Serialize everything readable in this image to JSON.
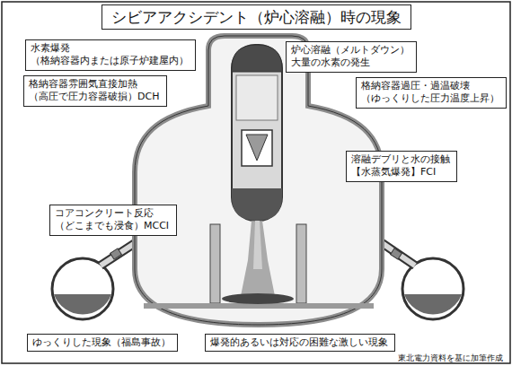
{
  "diagram": {
    "title": "シビアアクシデント（炉心溶融）時の現象",
    "nodes": [
      {
        "text": [
          "水素爆発 （格納容器内または原子炉建屋内）"
        ]
      },
      {
        "text": [
          "炉心溶融（メルトダウン） 大量の水素の発生"
        ]
      },
      {
        "text": [
          "格納容器雰囲気直接加熱 （高圧で圧力容器破損）DCH"
        ]
      },
      {
        "text": [
          "格納容器過圧・過温破壊 （ゆっくりした圧力温度上昇）"
        ]
      },
      {
        "text": [
          "溶融デブリと水の接触 【水蒸気爆発】FCI"
        ]
      },
      {
        "text": [
          "コアコンクリート反応 （どこまでも浸食）MCCI"
        ]
      },
      {
        "text": [
          "ゆっくりした現象（福島事故）"
        ]
      },
      {
        "text": [
          "爆発的あるいは対応の困難な激しい現象"
        ]
      }
    ],
    "labels": [
      "東北電力資料を基に加筆作成"
    ]
  }
}
